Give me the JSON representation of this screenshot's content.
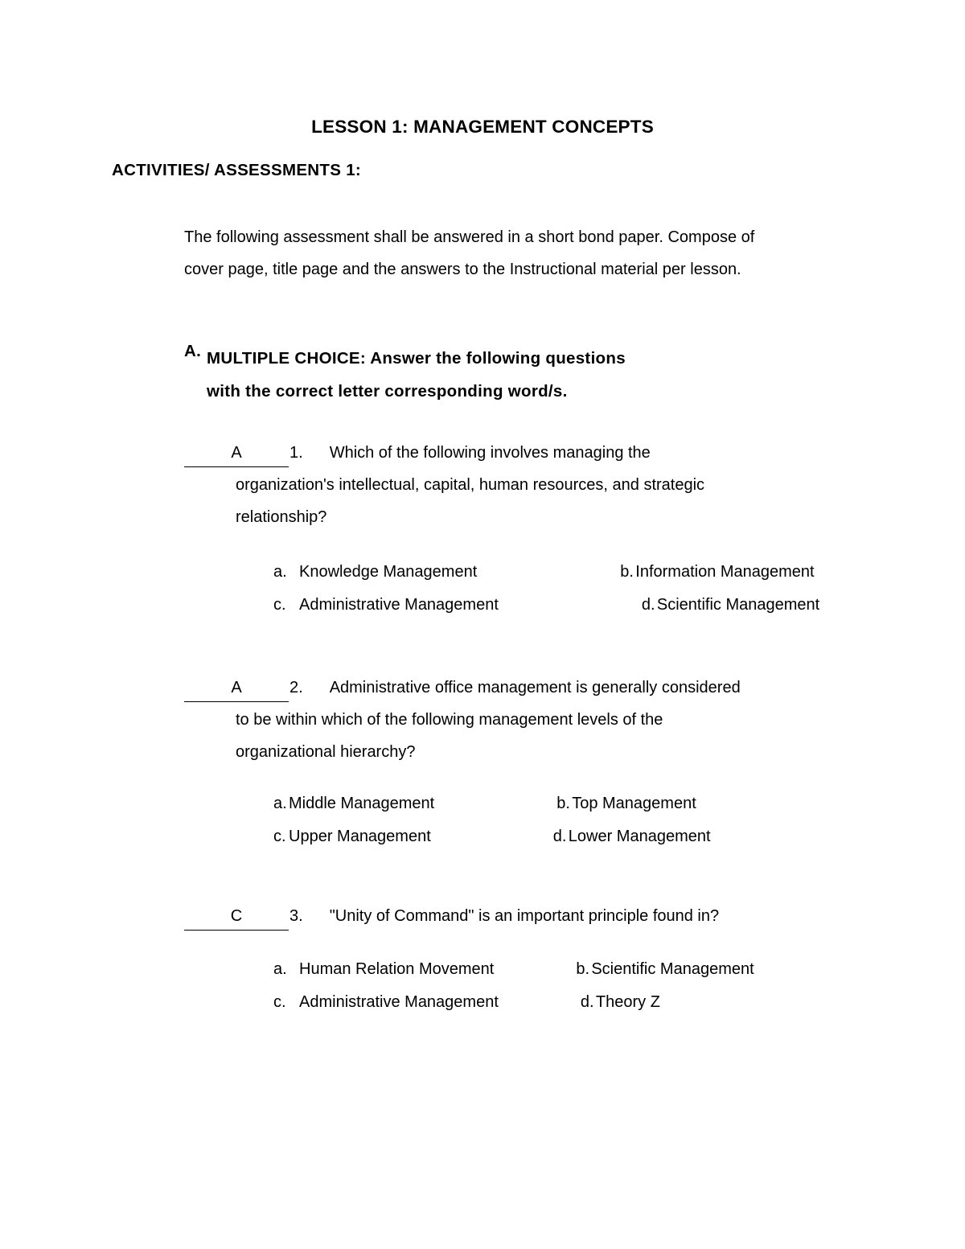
{
  "document": {
    "title": "LESSON 1: MANAGEMENT CONCEPTS",
    "section_label": "ACTIVITIES/ ASSESSMENTS 1:",
    "intro": "The following assessment shall be answered in a short bond paper. Compose of cover page, title page and the answers to the Instructional material per lesson.",
    "part_a": {
      "letter": "A.",
      "line1": "MULTIPLE CHOICE: Answer the following questions",
      "line2": "with the correct letter corresponding word/s."
    },
    "questions": [
      {
        "answer": "A",
        "number": "1.",
        "prompt_line1": "Which of the following involves managing the",
        "prompt_line2": "organization's intellectual, capital, human resources, and strategic",
        "prompt_line3": "relationship?",
        "options": {
          "a_letter": "a.",
          "a_text": "Knowledge Management",
          "b_letter": "b.",
          "b_text": "Information Management",
          "c_letter": "c.",
          "c_text": "Administrative Management",
          "d_letter": "d.",
          "d_text": "Scientific Management"
        }
      },
      {
        "answer": "A",
        "number": "2.",
        "prompt_line1": "Administrative office management is generally considered",
        "prompt_line2": "to be within which of the following management levels of the",
        "prompt_line3": "organizational hierarchy?",
        "options": {
          "a_letter": "a.",
          "a_text": "Middle Management",
          "b_letter": "b.",
          "b_text": "Top Management",
          "c_letter": "c.",
          "c_text": "Upper Management",
          "d_letter": "d.",
          "d_text": "Lower Management"
        }
      },
      {
        "answer": "C",
        "number": "3.",
        "prompt_line1": "\"Unity of Command\" is an important principle found in?",
        "prompt_line2": "",
        "prompt_line3": "",
        "options": {
          "a_letter": "a.",
          "a_text": "Human Relation Movement",
          "b_letter": "b.",
          "b_text": "Scientific Management",
          "c_letter": "c.",
          "c_text": "Administrative Management",
          "d_letter": "d.",
          "d_text": "Theory Z"
        }
      }
    ]
  }
}
